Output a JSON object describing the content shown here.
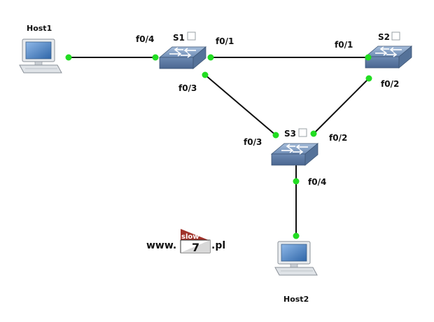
{
  "nodes": {
    "host1": {
      "label": "Host1",
      "kind": "host"
    },
    "host2": {
      "label": "Host2",
      "kind": "host"
    },
    "s1": {
      "label": "S1",
      "kind": "switch"
    },
    "s2": {
      "label": "S2",
      "kind": "switch"
    },
    "s3": {
      "label": "S3",
      "kind": "switch"
    }
  },
  "links": [
    {
      "from": "host1",
      "to": "s1",
      "to_port": "f0/4"
    },
    {
      "from": "s1",
      "to": "s2",
      "from_port": "f0/1",
      "to_port": "f0/1"
    },
    {
      "from": "s1",
      "to": "s3",
      "from_port": "f0/3",
      "to_port": "f0/3"
    },
    {
      "from": "s2",
      "to": "s3",
      "from_port": "f0/2",
      "to_port": "f0/2"
    },
    {
      "from": "s3",
      "to": "host2",
      "from_port": "f0/4"
    }
  ],
  "watermark": {
    "prefix": "www.",
    "badge_top": "slow",
    "badge_num": "7",
    "suffix": ".pl"
  },
  "colors": {
    "link": "#111111",
    "port_dot": "#22dd22",
    "switch_top": "#7f9bbf",
    "switch_side": "#5d7aa3",
    "screen": "#4f86c6"
  }
}
